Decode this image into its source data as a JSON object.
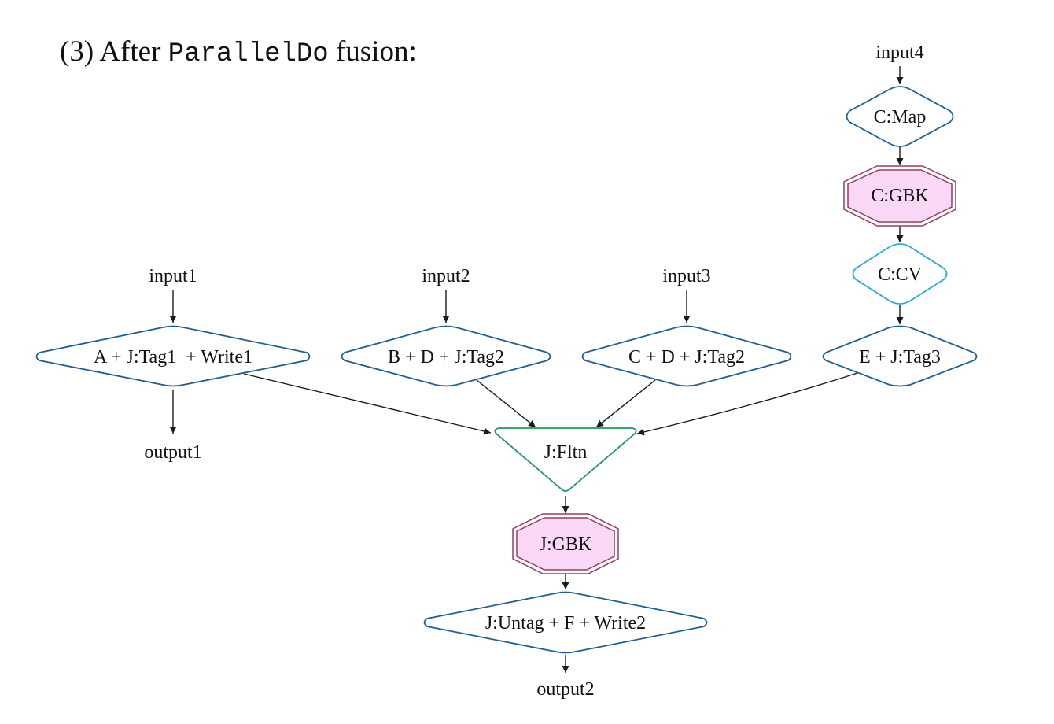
{
  "title": {
    "prefix": "(3) After ",
    "code": "ParallelDo",
    "suffix": " fusion:"
  },
  "nodes": {
    "input1": "input1",
    "input2": "input2",
    "input3": "input3",
    "input4": "input4",
    "c_map": "C:Map",
    "c_gbk": "C:GBK",
    "c_cv": "C:CV",
    "pardo_a": "A + J:Tag1  + Write1",
    "pardo_b": "B + D + J:Tag2",
    "pardo_c": "C + D + J:Tag2",
    "pardo_e": "E + J:Tag3",
    "output1": "output1",
    "j_fltn": "J:Fltn",
    "j_gbk": "J:GBK",
    "j_untag": "J:Untag + F + Write2",
    "output2": "output2"
  },
  "colors": {
    "pardo_stroke": "#1f5f9a",
    "cv_stroke": "#29a9e0",
    "flatten_stroke": "#1e9a5e",
    "gbk_stroke": "#9a3a5e",
    "gbk_fill": "#fbd8f5",
    "edge": "#1a1a1a"
  }
}
